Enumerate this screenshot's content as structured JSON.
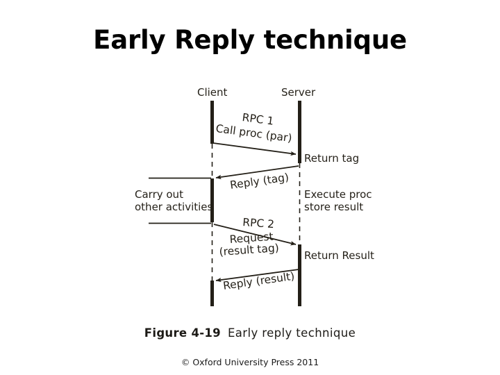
{
  "slide": {
    "title": "Early Reply technique",
    "background_color": "#ffffff",
    "ink_color": "#231f17"
  },
  "diagram": {
    "lifelines": [
      {
        "name": "client",
        "label": "Client"
      },
      {
        "name": "server",
        "label": "Server"
      }
    ],
    "messages": [
      {
        "name": "rpc-1-call",
        "line1": "RPC 1",
        "line2": "Call proc (par)",
        "direction": "client-to-server"
      },
      {
        "name": "reply-tag",
        "label": "Reply (tag)",
        "direction": "server-to-client"
      },
      {
        "name": "rpc-2-request",
        "line1": "RPC 2",
        "line2": "Request",
        "line3": "(result tag)",
        "direction": "client-to-server"
      },
      {
        "name": "reply-result",
        "label": "Reply (result)",
        "direction": "server-to-client"
      }
    ],
    "server_notes": [
      {
        "name": "return-tag",
        "label": "Return tag"
      },
      {
        "name": "execute-proc",
        "line1": "Execute proc",
        "line2": "store result"
      },
      {
        "name": "return-result",
        "label": "Return Result"
      }
    ],
    "client_notes": [
      {
        "name": "carry-out",
        "line1": "Carry out",
        "line2": "other activities"
      }
    ]
  },
  "caption": {
    "number": "Figure 4-19",
    "text": "Early  reply  technique"
  },
  "footer": {
    "credit": "© Oxford University Press 2011"
  }
}
